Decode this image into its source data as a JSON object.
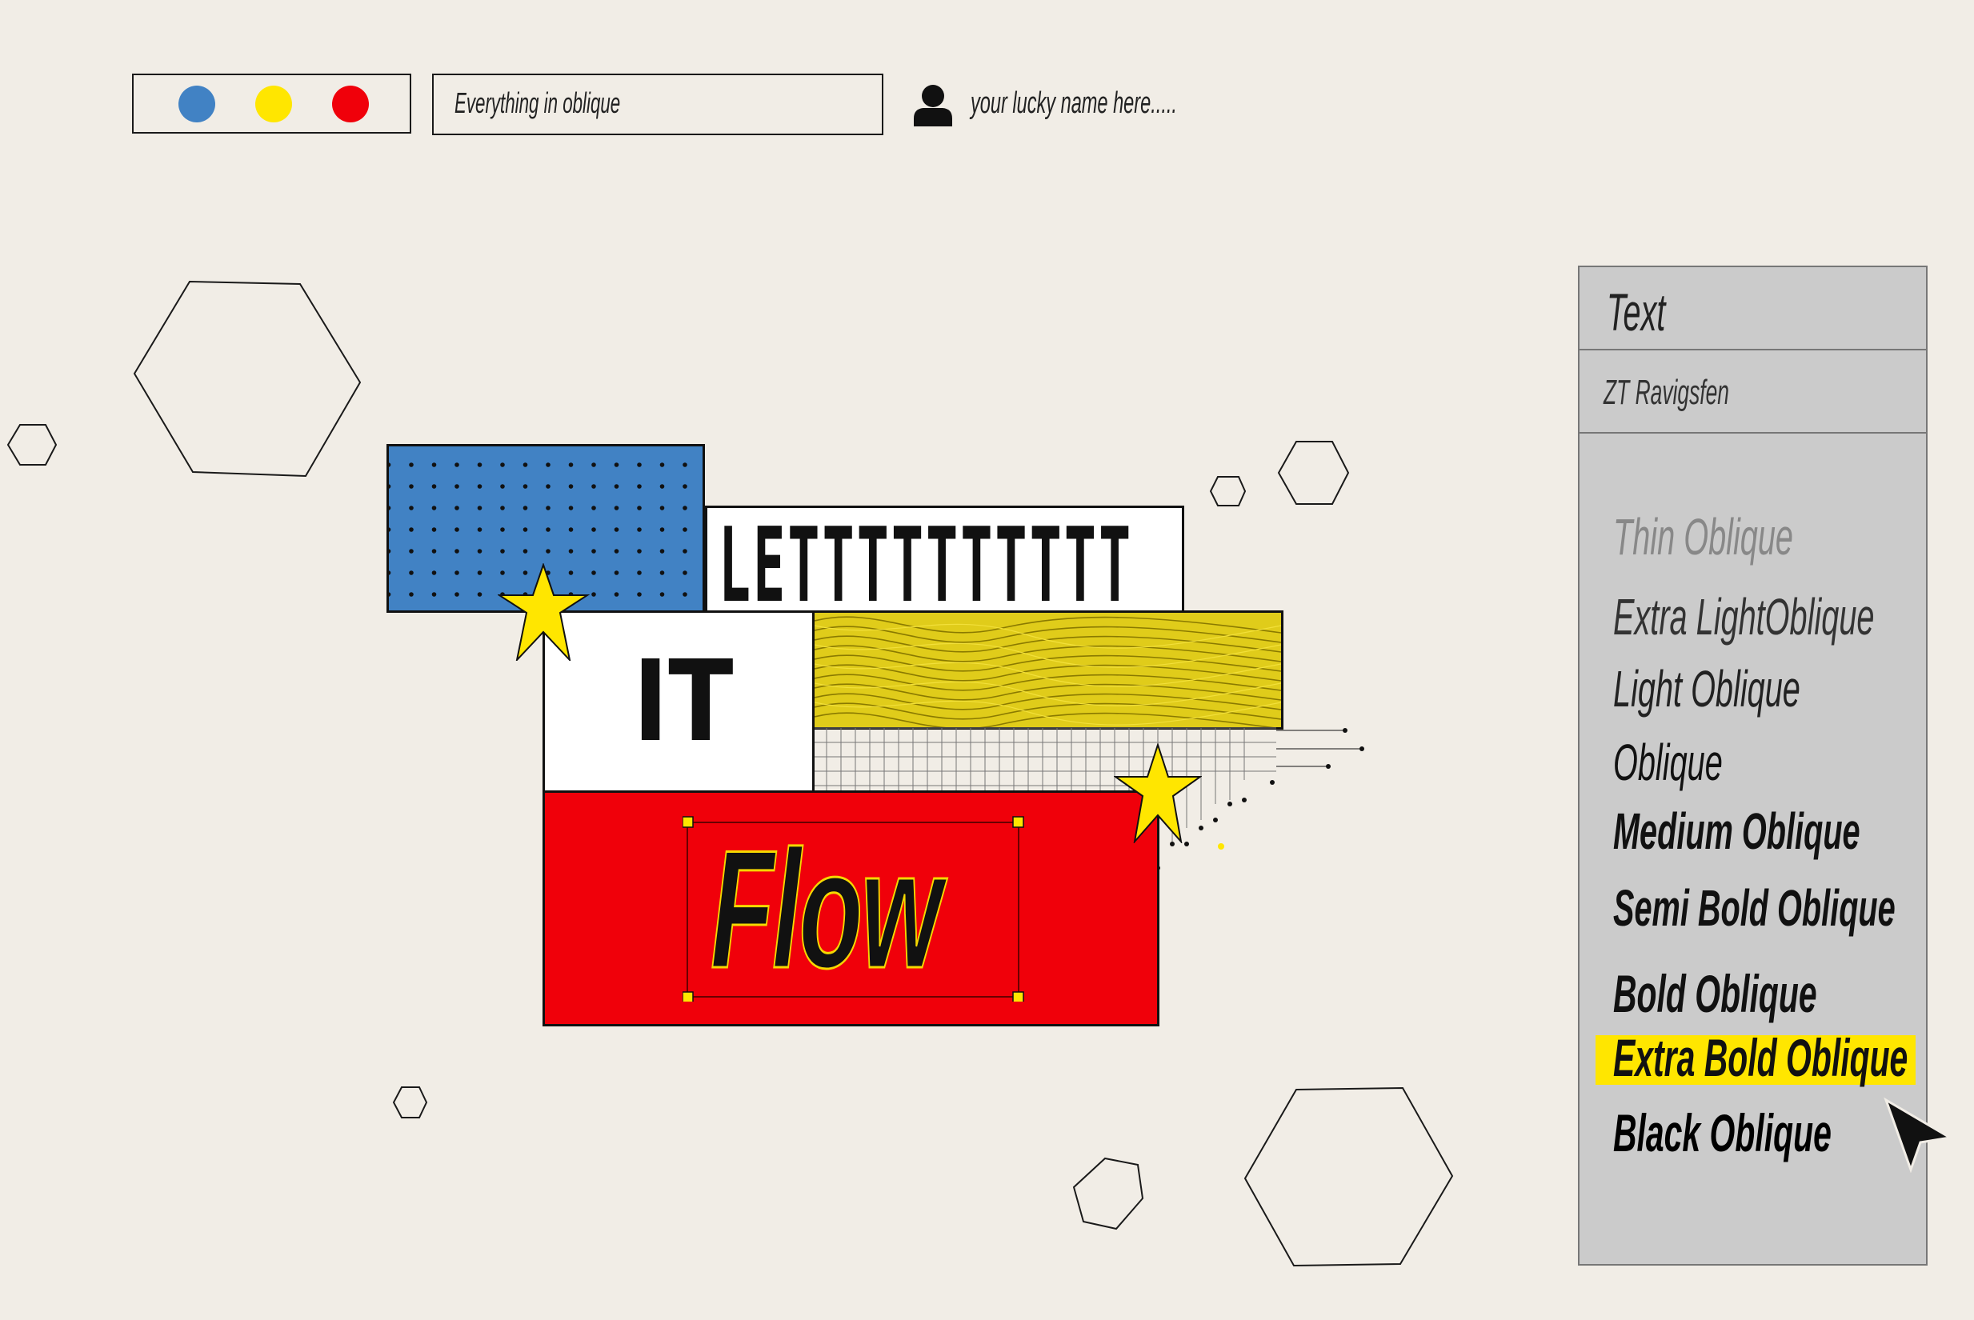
{
  "toolbar": {
    "color_dots": [
      {
        "name": "blue",
        "color": "#4182c4"
      },
      {
        "name": "yellow",
        "color": "#ffe600"
      },
      {
        "name": "red",
        "color": "#f0000a"
      }
    ],
    "search_text": "Everything in oblique",
    "user_icon": "user-icon",
    "user_name": "your lucky name here....."
  },
  "artwork": {
    "letters_text": "LETTTTTTTTTT",
    "it_text": "IT",
    "flow_text": "Flow"
  },
  "panel": {
    "title": "Text",
    "font_name": "ZT Ravigsfen",
    "weights": [
      {
        "label": "Thin Oblique"
      },
      {
        "label": "Extra LightOblique"
      },
      {
        "label": "Light Oblique"
      },
      {
        "label": "Oblique"
      },
      {
        "label": "Medium Oblique"
      },
      {
        "label": "Semi Bold Oblique"
      },
      {
        "label": "Bold Oblique"
      },
      {
        "label": "Extra Bold Oblique",
        "selected": true
      },
      {
        "label": "Black  Oblique"
      }
    ],
    "highlight_color": "#ffe600"
  }
}
